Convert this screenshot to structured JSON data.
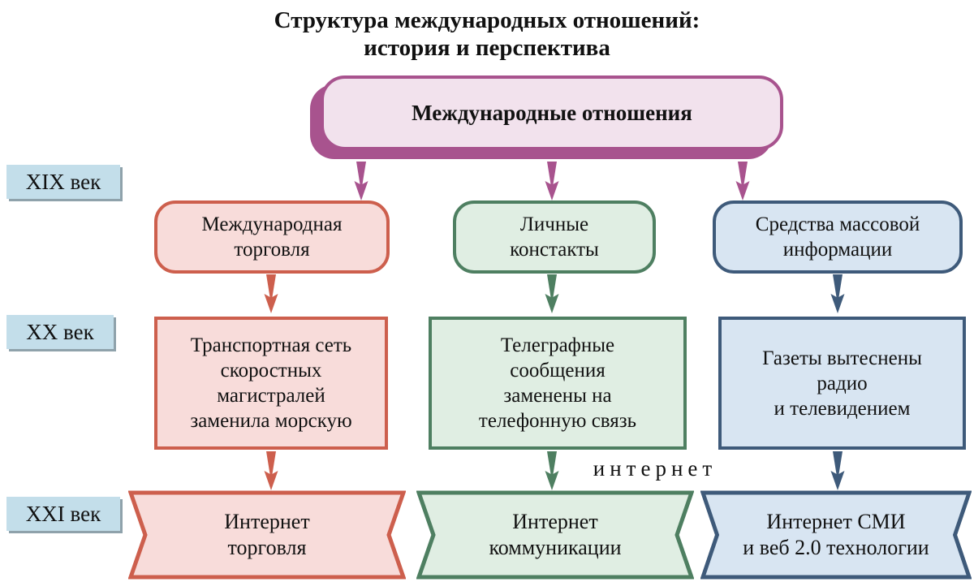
{
  "title": "Структура международных отношений:\nистория и перспектива",
  "root_node": {
    "label": "Международные отношения"
  },
  "era_labels": [
    {
      "label": "XIX век"
    },
    {
      "label": "XX век"
    },
    {
      "label": "XXI век"
    }
  ],
  "columns": [
    {
      "id": "international-trade",
      "accent_color": "#cd5f4d",
      "fill_color": "#f8dcda",
      "xix": "Международная\nторговля",
      "xx": "Транспортная сеть\nскоростных\nмагистралей\nзаменила морскую",
      "xxi": "Интернет\nторговля"
    },
    {
      "id": "personal-contacts",
      "accent_color": "#4e7f61",
      "fill_color": "#e0eee3",
      "xix": "Личные\nконстакты",
      "xx": "Телеграфные\nсообщения\nзаменены на\nтелефонную связь",
      "xxi": "Интернет\nкоммуникации"
    },
    {
      "id": "mass-media",
      "accent_color": "#3e5a7a",
      "fill_color": "#d8e5f2",
      "xix": "Средства массовой\nинформации",
      "xx": "Газеты вытеснены\nрадио\nи телевидением",
      "xxi": "Интернет СМИ\nи веб 2.0 технологии"
    }
  ],
  "annotation": {
    "internet": "интернет"
  },
  "colors": {
    "root_accent": "#a8538e",
    "root_fill": "#f2e2ed",
    "era_fill": "#c3deea",
    "era_shadow": "#8fa2ab",
    "text": "#111111",
    "background": "#ffffff"
  }
}
